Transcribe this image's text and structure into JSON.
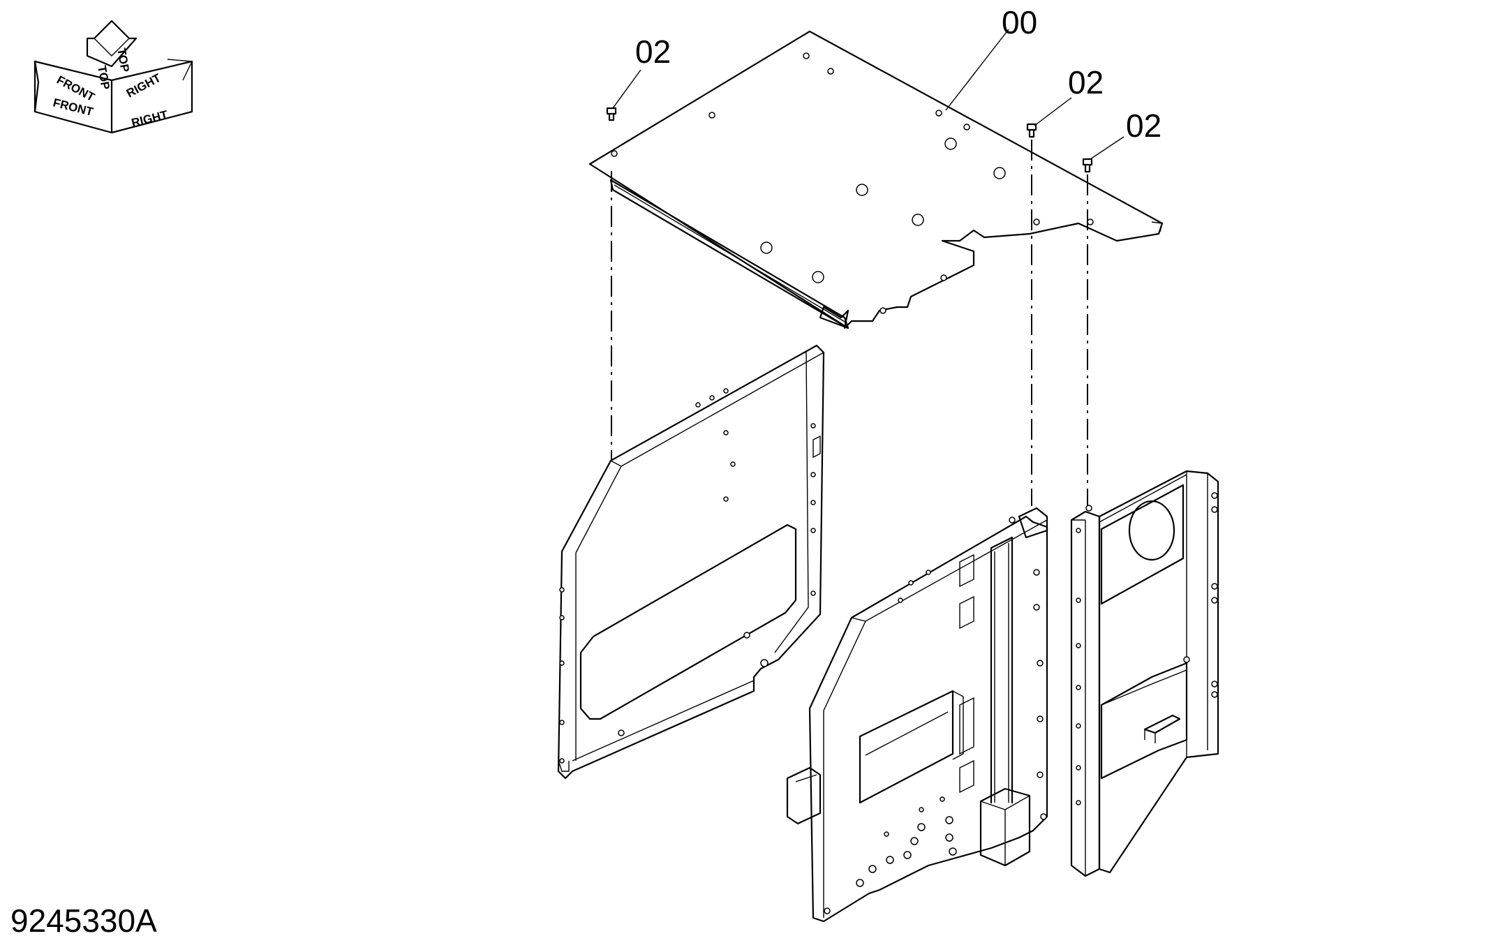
{
  "orientation": {
    "front_label": "FRONT",
    "front_rot_label": "FRONT",
    "top_label": "TOP",
    "top_rot_label": "TOP",
    "right_label": "RIGHT",
    "right_rot_label": "RIGHT"
  },
  "callouts": {
    "top_plate": "00",
    "bolt_left": "02",
    "bolt_center": "02",
    "bolt_right": "02"
  },
  "figure_number": "9245330A"
}
